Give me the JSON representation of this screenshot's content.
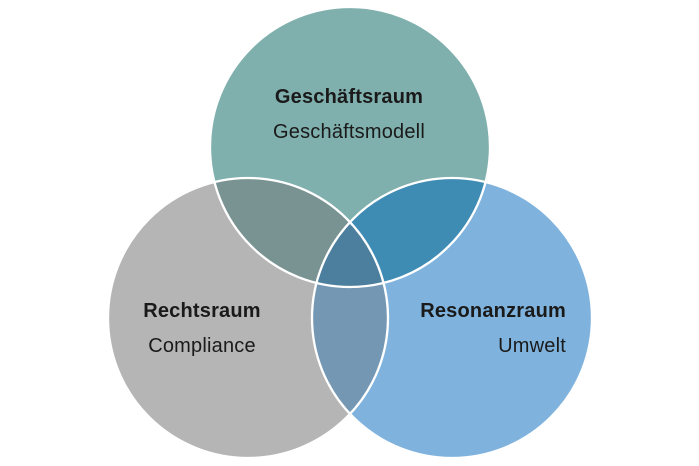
{
  "diagram": {
    "type": "venn",
    "background": "#FFFFFF",
    "circles": [
      {
        "id": "geschaeftsraum",
        "title": "Geschäftsraum",
        "subtitle": "Geschäftsmodell",
        "color": "#7FB0AD"
      },
      {
        "id": "rechtsraum",
        "title": "Rechtsraum",
        "subtitle": "Compliance",
        "color": "#B5B5B5"
      },
      {
        "id": "resonanzraum",
        "title": "Resonanzraum",
        "subtitle": "Umwelt",
        "color": "#7FB3DD"
      }
    ],
    "colors": {
      "teal": "#7FB0AD",
      "gray": "#B5B5B5",
      "blue": "#7FB3DD",
      "teal_gray": "#789392",
      "teal_blue": "#3E8BB4",
      "gray_blue": "#7498B4",
      "center": "#4C7E9D",
      "outline": "#FFFFFF",
      "text": "#1A1A1A"
    }
  }
}
